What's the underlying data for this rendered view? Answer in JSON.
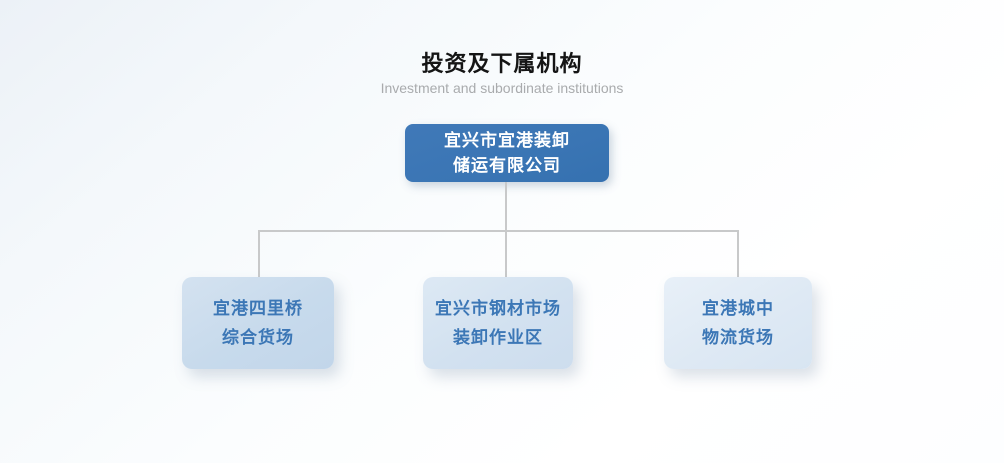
{
  "header": {
    "title": "投资及下属机构",
    "subtitle": "Investment and subordinate institutions"
  },
  "org_chart": {
    "type": "organization-tree",
    "root": {
      "name": "宜兴市宜港装卸储运有限公司",
      "line1": "宜兴市宜港装卸",
      "line2": "储运有限公司"
    },
    "children": [
      {
        "name": "宜港四里桥综合货场",
        "line1": "宜港四里桥",
        "line2": "综合货场"
      },
      {
        "name": "宜兴市钢材市场装卸作业区",
        "line1": "宜兴市钢材市场",
        "line2": "装卸作业区"
      },
      {
        "name": "宜港城中物流货场",
        "line1": "宜港城中",
        "line2": "物流货场"
      }
    ]
  },
  "colors": {
    "root_node_bg": "#3a75b4",
    "root_node_text": "#ffffff",
    "child_node_bg": "#cddfee",
    "child_node_text": "#3c77b6",
    "connector_line": "#c8c9ca",
    "title_text": "#151515",
    "subtitle_text": "#a9abad"
  }
}
